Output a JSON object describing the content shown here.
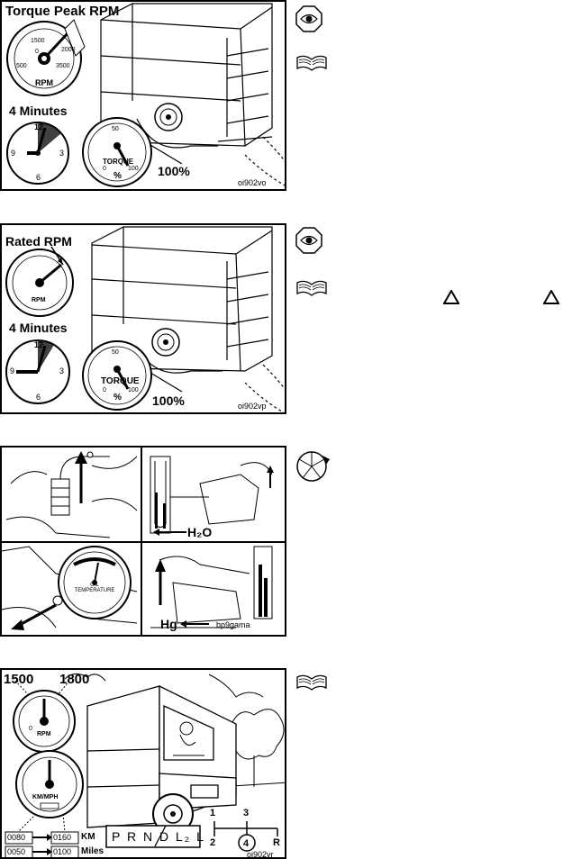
{
  "panel1": {
    "title": "Torque Peak RPM",
    "tach_ticks": [
      "1500",
      "0",
      "2000",
      "500",
      "3500"
    ],
    "tach_label": "RPM",
    "time_label": "4 Minutes",
    "clock_numbers": [
      "12",
      "3",
      "6",
      "9"
    ],
    "torque_label": "TORQUE",
    "torque_ticks": [
      "50",
      "0",
      "100"
    ],
    "percent_sign": "%",
    "percent": "100%",
    "code": "oi902vo"
  },
  "panel2": {
    "title": "Rated RPM",
    "tach_label": "RPM",
    "time_label": "4 Minutes",
    "clock_numbers": [
      "12",
      "3",
      "6",
      "9"
    ],
    "torque_label": "TORQUE",
    "torque_ticks": [
      "50",
      "0",
      "100"
    ],
    "percent_sign": "%",
    "percent": "100%",
    "code": "oi902vp"
  },
  "panel3": {
    "water_label": "H₂O",
    "gauge_label": "OIL\nTEMPERATURE",
    "mercury_label": "Hg",
    "code": "bp9gama"
  },
  "panel4": {
    "rpm_low": "1500",
    "rpm_high": "1800",
    "tach_label": "RPM",
    "tach_zero": "0",
    "speedo_label": "KM/MPH",
    "km_from": "0080",
    "km_to": "0160",
    "km_unit": "KM",
    "mi_from": "0050",
    "mi_to": "0100",
    "mi_unit": "Miles",
    "gear_selector": "P R N D L₂ L",
    "shift_pattern": [
      "1",
      "3",
      "2",
      "4",
      "R"
    ],
    "code": "oi902vr"
  },
  "icons": {
    "panel1": [
      "eye-icon",
      "book-icon"
    ],
    "panel2": [
      "eye-icon",
      "book-icon",
      "warning-triangle-icon",
      "warning-triangle-icon"
    ],
    "panel3": [
      "gauge-pie-icon"
    ],
    "panel4": [
      "book-icon"
    ]
  }
}
